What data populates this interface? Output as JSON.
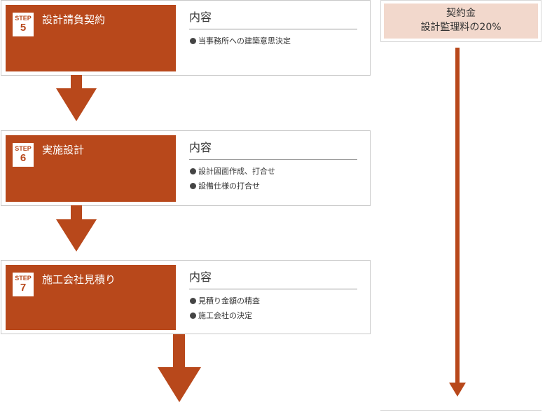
{
  "colors": {
    "accent": "#b8481b",
    "fee_bg": "#f2d8cc"
  },
  "steps": [
    {
      "badge_label": "STEP",
      "number": "5",
      "title": "設計請負契約",
      "content_heading": "内容",
      "items": [
        "当事務所への建築意思決定"
      ]
    },
    {
      "badge_label": "STEP",
      "number": "6",
      "title": "実施設計",
      "content_heading": "内容",
      "items": [
        "設計図面作成、打合せ",
        "設備仕様の打合せ"
      ]
    },
    {
      "badge_label": "STEP",
      "number": "7",
      "title": "施工会社見積り",
      "content_heading": "内容",
      "items": [
        "見積り金額の精査",
        "施工会社の決定"
      ]
    }
  ],
  "fee": {
    "line1": "契約金",
    "line2": "設計監理料の20%"
  }
}
